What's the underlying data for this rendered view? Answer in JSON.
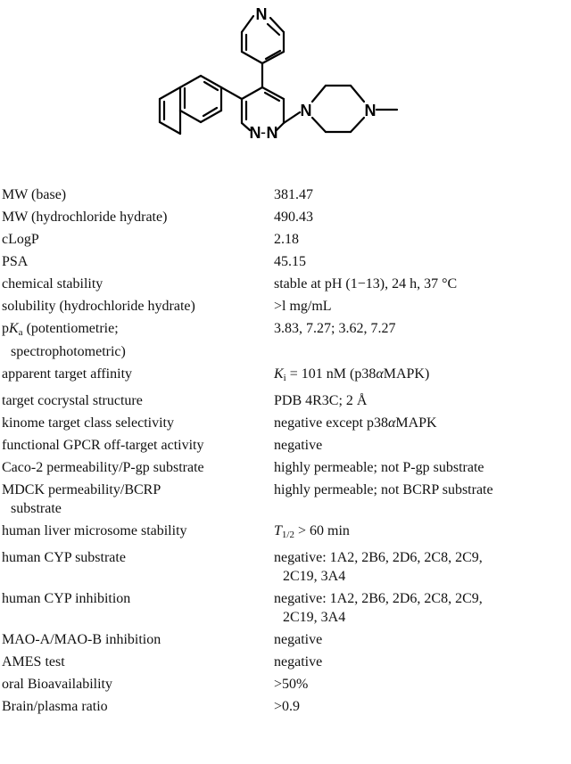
{
  "structure": {
    "atom_labels": {
      "pyridine_n": "N",
      "pyridazine_n1": "N",
      "pyridazine_bond": "-",
      "pyridazine_n2": "N",
      "piperazine_n1": "N",
      "piperazine_n4": "N"
    }
  },
  "rows": [
    {
      "property": "MW (base)",
      "value": "381.47"
    },
    {
      "property": "MW (hydrochloride hydrate)",
      "value": "490.43"
    },
    {
      "property": "cLogP",
      "value": "2.18"
    },
    {
      "property": "PSA",
      "value": "45.15"
    },
    {
      "property": "chemical stability",
      "value": "stable at pH (1−13), 24 h, 37 °C"
    },
    {
      "property": "solubility (hydrochloride hydrate)",
      "value": ">l mg/mL"
    },
    {
      "property_prefix": "p",
      "property_italic": "K",
      "property_sub": "a",
      "property": " (potentiometrie;",
      "property_line2": "spectrophotometric)",
      "value": "3.83, 7.27; 3.62, 7.27"
    },
    {
      "property": "apparent target affinity",
      "value_italic": "K",
      "value_sub": "i",
      "value": " = 101 nM (p38",
      "value_alpha": "α",
      "value_tail": "MAPK)"
    },
    {
      "property": "target cocrystal structure",
      "value": "PDB 4R3C; 2 Å"
    },
    {
      "property": "kinome target class selectivity",
      "value": "negative except p38",
      "value_alpha": "α",
      "value_tail": "MAPK"
    },
    {
      "property": "functional GPCR off-target activity",
      "value": "negative"
    },
    {
      "property": "Caco-2 permeability/P-gp substrate",
      "value": "highly permeable; not P-gp substrate"
    },
    {
      "property": "MDCK permeability/BCRP",
      "property_line2": "substrate",
      "value": "highly permeable; not BCRP substrate"
    },
    {
      "property": "human liver microsome stability",
      "value_italic": "T",
      "value_sub": "1/2",
      "value": " > 60 min"
    },
    {
      "property": "human CYP substrate",
      "value": "negative: 1A2, 2B6, 2D6, 2C8, 2C9,",
      "value_line2": "2C19, 3A4"
    },
    {
      "property": "human CYP inhibition",
      "value": "negative: 1A2, 2B6, 2D6, 2C8, 2C9,",
      "value_line2": "2C19, 3A4"
    },
    {
      "property": "MAO-A/MAO-B inhibition",
      "value": "negative"
    },
    {
      "property": "AMES test",
      "value": "negative"
    },
    {
      "property": "oral Bioavailability",
      "value": ">50%"
    },
    {
      "property": "Brain/plasma ratio",
      "value": ">0.9"
    }
  ]
}
